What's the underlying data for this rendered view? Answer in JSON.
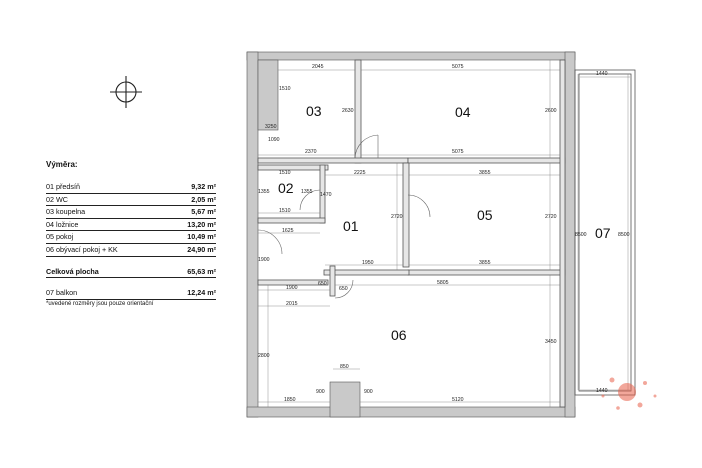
{
  "legend": {
    "title": "Výměra:",
    "rooms": [
      {
        "name": "01 předsíň",
        "area": "9,32 m²"
      },
      {
        "name": "02 WC",
        "area": "2,05 m²"
      },
      {
        "name": "03 koupelna",
        "area": "5,67 m²"
      },
      {
        "name": "04 ložnice",
        "area": "13,20 m²"
      },
      {
        "name": "05 pokoj",
        "area": "10,49 m²"
      },
      {
        "name": "06 obývací pokoj + KK",
        "area": "24,90 m²"
      }
    ],
    "total": {
      "name": "Celková plocha",
      "area": "65,63 m²"
    },
    "balcony": {
      "name": "07 balkon",
      "area": "12,24 m²"
    },
    "note": "*uvedené rozměry jsou pouze orientační"
  },
  "plan": {
    "rooms": {
      "r01": "01",
      "r02": "02",
      "r03": "03",
      "r04": "04",
      "r05": "05",
      "r06": "06",
      "r07": "07"
    },
    "dims": {
      "d2045": "2045",
      "d5075a": "5075",
      "d1440a": "1440",
      "d1510a": "1510",
      "d2630": "2630",
      "d2600a": "2600",
      "d3250": "3250",
      "d1090": "1090",
      "d2370": "2370",
      "d5075b": "5075",
      "d1510b": "1510",
      "d2225": "2225",
      "d3855a": "3855",
      "d1355a": "1355",
      "d1355b": "1355",
      "d1470": "1470",
      "d1510c": "1510",
      "d2720a": "2720",
      "d2720b": "2720",
      "d8500a": "8500",
      "d8500b": "8500",
      "d1625": "1625",
      "d1900a": "1900",
      "d1950": "1950",
      "d3855b": "3855",
      "d650a": "650",
      "d650b": "650",
      "d1900b": "1900",
      "d5805": "5805",
      "d2015": "2015",
      "d3450": "3450",
      "d2800": "2800",
      "d850": "850",
      "d900a": "900",
      "d900b": "900",
      "d1850": "1850",
      "d5120": "5120",
      "d1440b": "1440"
    }
  }
}
